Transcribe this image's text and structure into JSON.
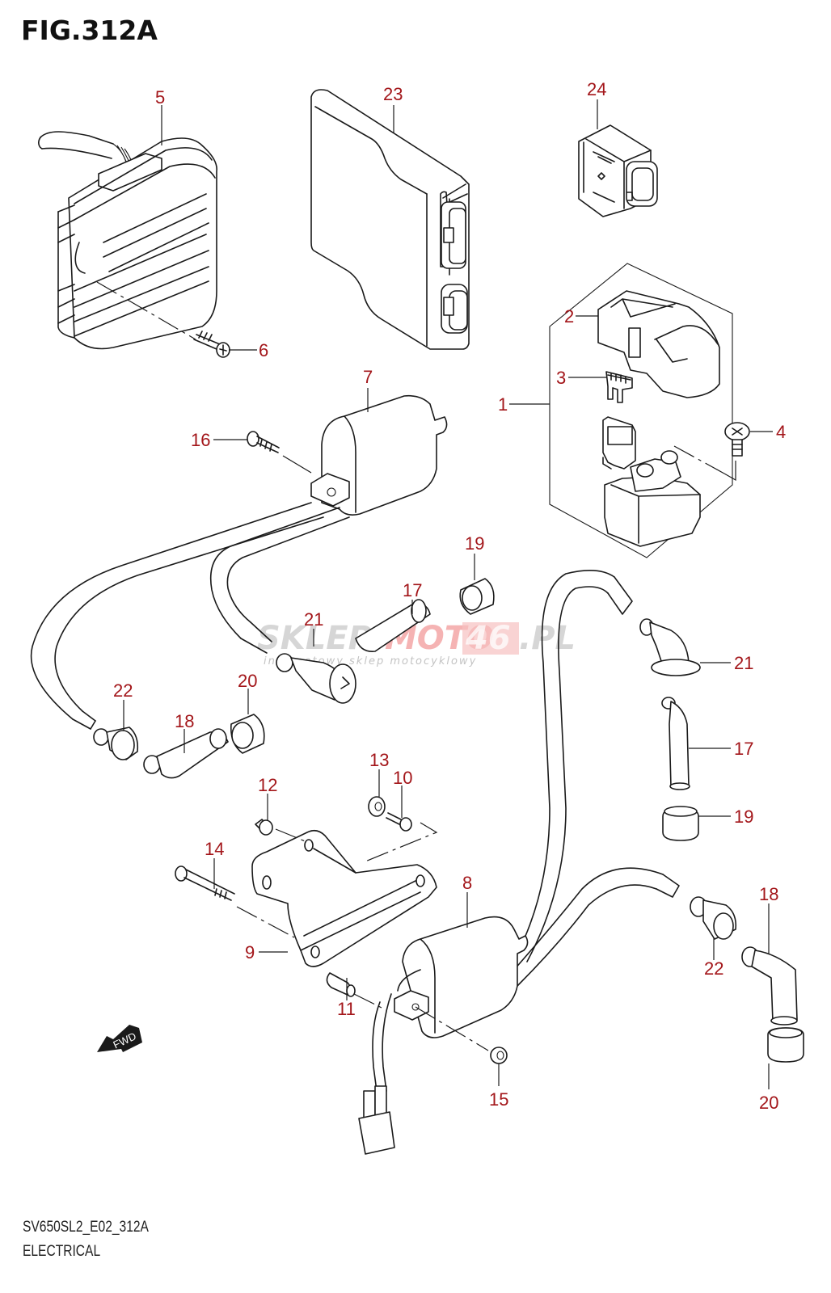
{
  "figure": {
    "title": "FIG.312A",
    "code": "SV650SL2_E02_312A",
    "name": "ELECTRICAL"
  },
  "watermark": {
    "brand_gray": "SKLEP",
    "brand_red_part1": "MOTO",
    "brand_red_part2": "46",
    "brand_suffix": ".PL",
    "tagline": "internetowy sklep motocyklowy"
  },
  "direction_indicator": {
    "label": "FWD",
    "icon": "forward-arrow-icon"
  },
  "colors": {
    "callout": "#a3161a",
    "line": "#1a1a1a",
    "watermark_red": "#f29a9a",
    "watermark_gray": "#c9c9c9"
  },
  "callouts": {
    "c1": "1",
    "c2": "2",
    "c3": "3",
    "c4": "4",
    "c5": "5",
    "c6": "6",
    "c7": "7",
    "c8": "8",
    "c9": "9",
    "c10": "10",
    "c11": "11",
    "c12": "12",
    "c13": "13",
    "c14": "14",
    "c15": "15",
    "c16": "16",
    "c17a": "17",
    "c17b": "17",
    "c18a": "18",
    "c18b": "18",
    "c19a": "19",
    "c19b": "19",
    "c20a": "20",
    "c20b": "20",
    "c21a": "21",
    "c21b": "21",
    "c22a": "22",
    "c22b": "22",
    "c23": "23",
    "c24": "24"
  }
}
